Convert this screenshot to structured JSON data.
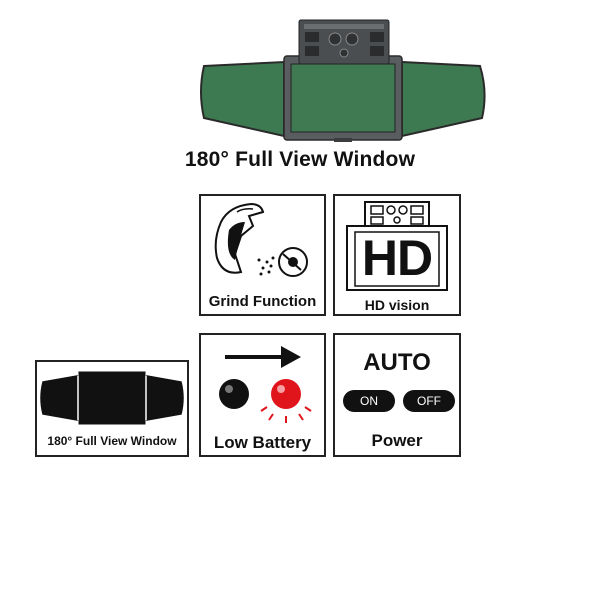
{
  "hero": {
    "title": "180° Full View Window"
  },
  "features": {
    "grind": {
      "label": "Grind Function"
    },
    "hd": {
      "logo": "HD",
      "label": "HD vision"
    },
    "full_view": {
      "label": "180° Full View Window"
    },
    "battery": {
      "label": "Low Battery"
    },
    "auto": {
      "title": "AUTO",
      "on_label": "ON",
      "off_label": "OFF",
      "label": "Power"
    }
  },
  "colors": {
    "lens_green": "#3f7a52",
    "lens_green_dark": "#2e5e3e",
    "housing": "#5a5d60",
    "battery_red": "#e0141b"
  }
}
